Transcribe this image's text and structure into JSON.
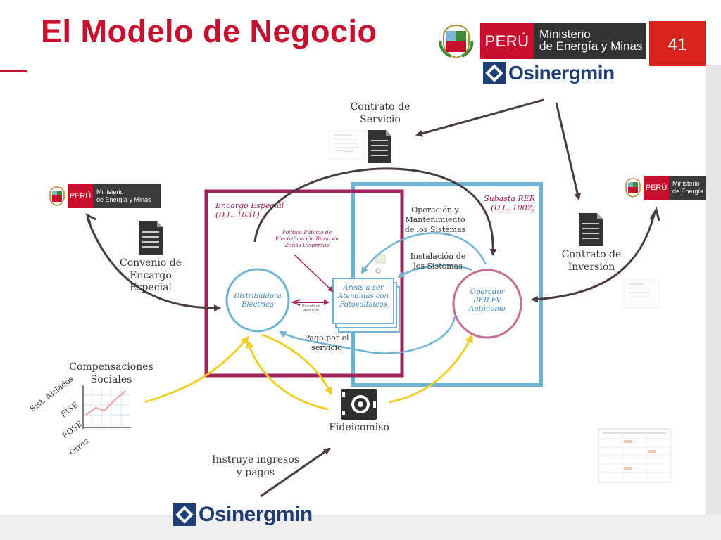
{
  "slide": {
    "title": "El Modelo de Negocio",
    "number": "41"
  },
  "logos": {
    "peru": "PERÚ",
    "ministerio_line1": "Ministerio",
    "ministerio_line2": "de Energía y Minas",
    "osinergmin": "Osinergmin"
  },
  "diagram": {
    "contrato_servicio": [
      "Contrato de",
      "Servicio"
    ],
    "convenio": [
      "Convenio de",
      "Encargo",
      "Especial"
    ],
    "contrato_inversion": [
      "Contrato de",
      "Inversión"
    ],
    "encargo_especial": [
      "Encargo Especial",
      "(D.L. 1031)"
    ],
    "subasta_rer": [
      "Subasta RER",
      "(D.L. 1002)"
    ],
    "politica": [
      "Política Pública de",
      "Electrificación Rural  en",
      "Zonas Dispersas"
    ],
    "operacion": [
      "Operación y",
      "Mantenimiento",
      "de los Sistemas"
    ],
    "instalacion": [
      "Instalación de",
      "los Sistemas"
    ],
    "distribuidora": [
      "Distribuidora",
      "Eléctrica"
    ],
    "areas": [
      "Áreas a ser",
      "Atendidas con",
      "Fotovoltaicos"
    ],
    "operador": [
      "Operador",
      "RER FV",
      "Autónomo"
    ],
    "vinculo": [
      "Vínculo de",
      "Atención"
    ],
    "pago": [
      "Pago por el",
      "servicio"
    ],
    "compensaciones": [
      "Compensaciones",
      "Sociales"
    ],
    "comp_items": [
      "Sist. Aislados",
      "FISE",
      "FOSE",
      "Otros"
    ],
    "fideicomiso": "Fideicomiso",
    "instruye": [
      "Instruye ingresos",
      "y pagos"
    ]
  },
  "colors": {
    "title_red": "#c8102e",
    "encargo_border": "#a3215a",
    "subasta_border": "#6fb3d6",
    "circle_blue": "#6fb3d6",
    "circle_pink": "#c76a94",
    "arrow_dark": "#4a3a44",
    "arrow_yellow": "#f1cf2a",
    "osinergmin_blue": "#1d3e76"
  }
}
